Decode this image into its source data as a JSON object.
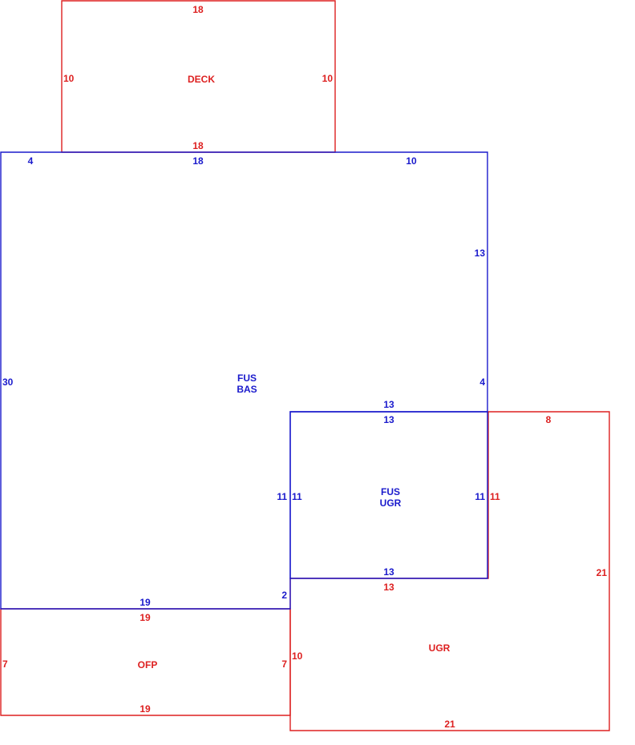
{
  "colors": {
    "blue": "#1a1acc",
    "red": "#dd2020"
  },
  "areas": {
    "deck": {
      "name": "DECK",
      "top": "18",
      "left": "10",
      "right": "10",
      "bottom": "18"
    },
    "fus_bas": {
      "line1": "FUS",
      "line2": "BAS",
      "top_a": "4",
      "top_b": "18",
      "top_c": "10",
      "right_upper": "13",
      "right_lower": "4",
      "left": "30",
      "bottom": "19",
      "step": "2",
      "notch_top": "13",
      "notch_left": "11"
    },
    "fus_ugr": {
      "line1": "FUS",
      "line2": "UGR",
      "top": "13",
      "left": "11",
      "right": "11",
      "bottom": "13"
    },
    "ugr": {
      "name": "UGR",
      "top": "8",
      "notch_right": "11",
      "notch_bottom": "13",
      "right": "21",
      "left": "10",
      "bottom": "21"
    },
    "ofp": {
      "name": "OFP",
      "top": "19",
      "left": "7",
      "right": "7",
      "bottom": "19"
    }
  }
}
